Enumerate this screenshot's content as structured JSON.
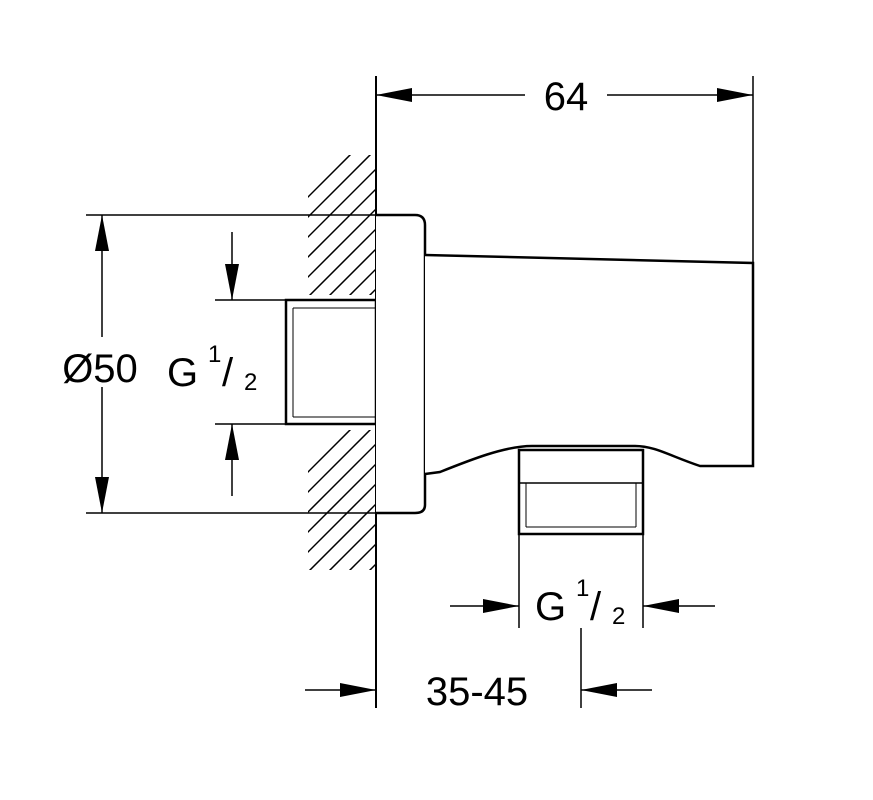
{
  "dimensions": {
    "length": "64",
    "diameter": "Ø50",
    "thread_inlet": {
      "prefix": "G",
      "num": "1",
      "slash": "/",
      "den": "2"
    },
    "thread_outlet": {
      "prefix": "G",
      "num": "1",
      "slash": "/",
      "den": "2"
    },
    "wall_distance": "35-45"
  },
  "colors": {
    "line": "#000000",
    "background": "#ffffff"
  }
}
